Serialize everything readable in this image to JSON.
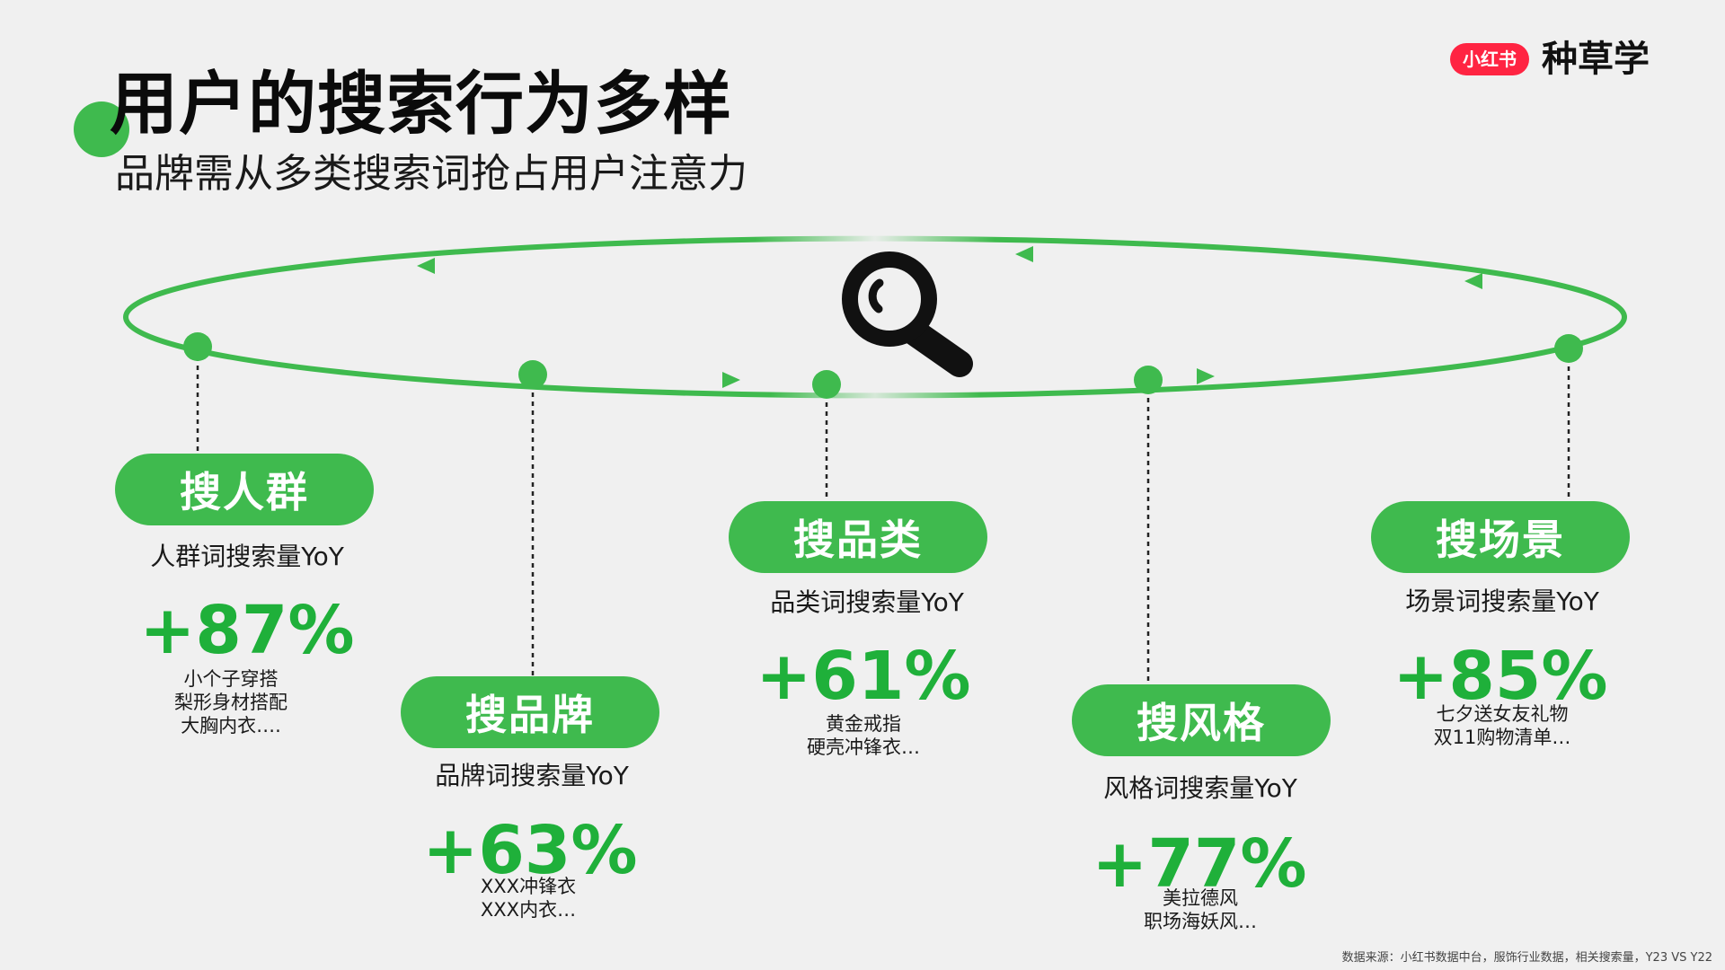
{
  "title": "用户的搜索行为多样",
  "subtitle": "品牌需从多类搜索词抢占用户注意力",
  "logo": {
    "badge": "小红书",
    "text": "种草学",
    "badge_color": "#ff2442"
  },
  "colors": {
    "accent": "#3fba4e",
    "percent": "#1fb03a",
    "background": "#f0f0f0"
  },
  "center_icon": "magnifier-icon",
  "categories": [
    {
      "label": "搜人群",
      "metric": "人群词搜索量YoY",
      "percent": "+87%",
      "examples": [
        "小个子穿搭",
        "梨形身材搭配",
        "大胸内衣…."
      ]
    },
    {
      "label": "搜品牌",
      "metric": "品牌词搜索量YoY",
      "percent": "+63%",
      "examples": [
        "XXX冲锋衣",
        "XXX内衣…"
      ]
    },
    {
      "label": "搜品类",
      "metric": "品类词搜索量YoY",
      "percent": "+61%",
      "examples": [
        "黄金戒指",
        "硬壳冲锋衣…"
      ]
    },
    {
      "label": "搜风格",
      "metric": "风格词搜索量YoY",
      "percent": "+77%",
      "examples": [
        "美拉德风",
        "职场海妖风…"
      ]
    },
    {
      "label": "搜场景",
      "metric": "场景词搜索量YoY",
      "percent": "+85%",
      "examples": [
        "七夕送女友礼物",
        "双11购物清单…"
      ]
    }
  ],
  "footer": "数据来源：小红书数据中台，服饰行业数据，相关搜索量，Y23 VS Y22"
}
